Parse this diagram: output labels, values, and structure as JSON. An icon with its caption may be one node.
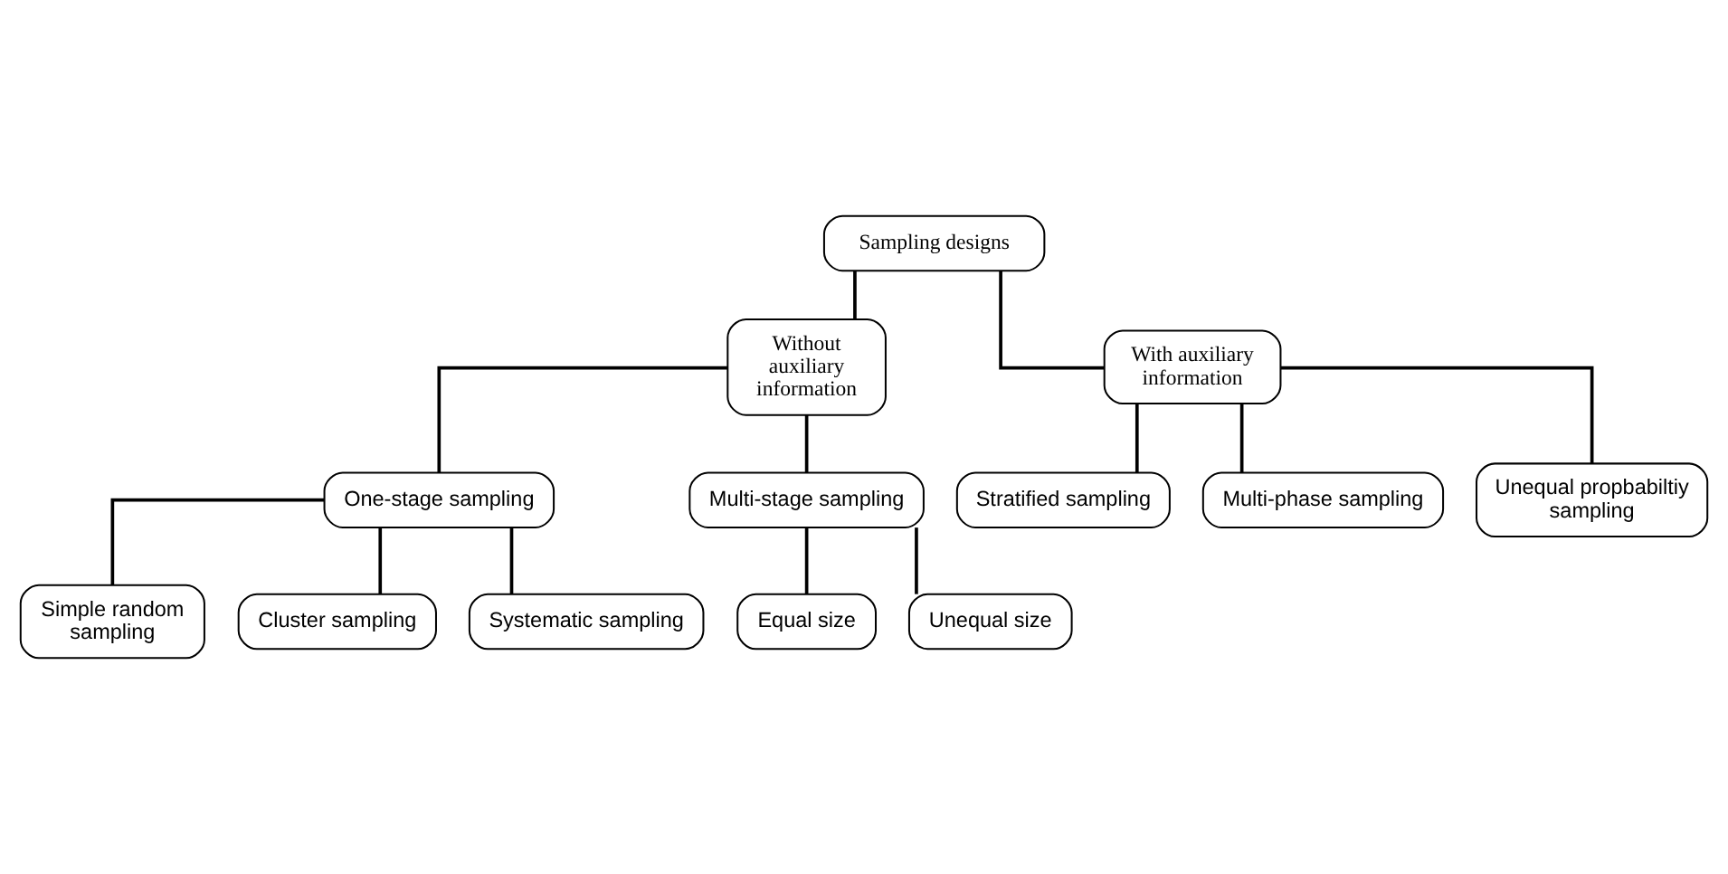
{
  "diagram": {
    "nodes": [
      {
        "text": [
          "Sampling designs"
        ]
      },
      {
        "text": [
          "Without auxiliary information"
        ]
      },
      {
        "text": [
          "With auxiliary information"
        ]
      },
      {
        "text": [
          "One-stage sampling"
        ]
      },
      {
        "text": [
          "Multi-stage sampling"
        ]
      },
      {
        "text": [
          "Simple random sampling"
        ]
      },
      {
        "text": [
          "Cluster sampling"
        ]
      },
      {
        "text": [
          "Systematic sampling"
        ]
      },
      {
        "text": [
          "Equal size"
        ]
      },
      {
        "text": [
          "Unequal size"
        ]
      },
      {
        "text": [
          "Stratified sampling"
        ]
      },
      {
        "text": [
          "Multi-phase sampling"
        ]
      },
      {
        "text": [
          "Unequal propbabiltiy sampling"
        ]
      }
    ],
    "edges": [
      {
        "from": 0,
        "to": 1,
        "arrow": "none"
      },
      {
        "from": 0,
        "to": 2,
        "arrow": "none"
      },
      {
        "from": 1,
        "to": 3,
        "arrow": "none"
      },
      {
        "from": 1,
        "to": 4,
        "arrow": "none"
      },
      {
        "from": 3,
        "to": 5,
        "arrow": "none"
      },
      {
        "from": 3,
        "to": 6,
        "arrow": "none"
      },
      {
        "from": 3,
        "to": 7,
        "arrow": "none"
      },
      {
        "from": 4,
        "to": 8,
        "arrow": "none"
      },
      {
        "from": 4,
        "to": 9,
        "arrow": "none"
      },
      {
        "from": 2,
        "to": 10,
        "arrow": "none"
      },
      {
        "from": 2,
        "to": 11,
        "arrow": "none"
      },
      {
        "from": 2,
        "to": 12,
        "arrow": "none"
      }
    ]
  }
}
